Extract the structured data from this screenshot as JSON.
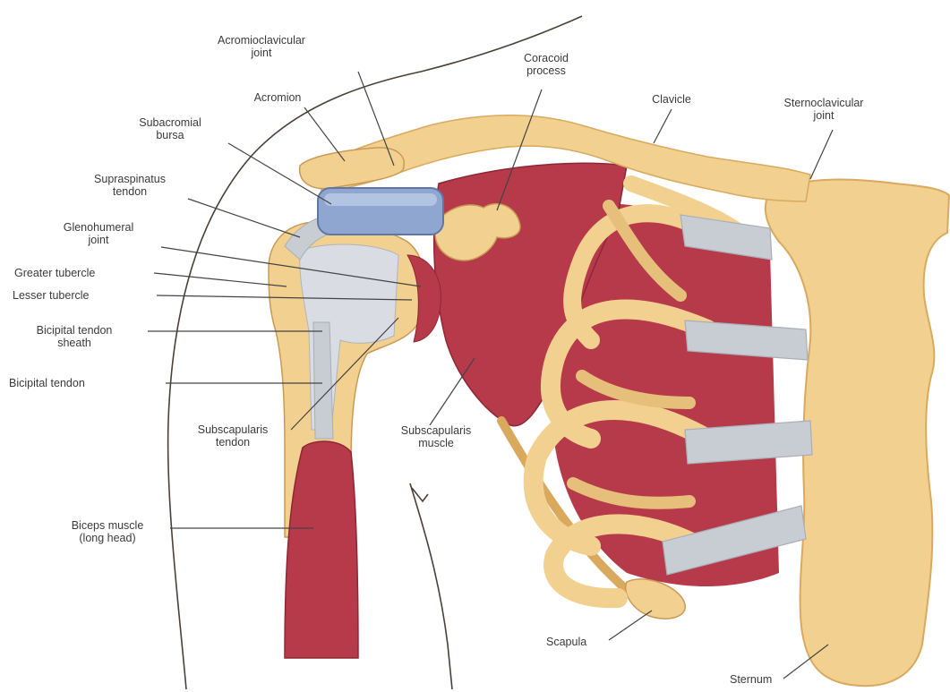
{
  "diagram": {
    "colors": {
      "bone": "#F2D08F",
      "bone_shadow": "#D9A95E",
      "bone_outline": "#C99A55",
      "muscle": "#B73A4A",
      "muscle_dark": "#8E2735",
      "cartilage": "#C8CCD3",
      "bursa": "#8FA6D0",
      "skin_line": "#4a4038",
      "leader": "#444444"
    },
    "labels": {
      "acromioclavicular_joint": "Acromioclavicular\njoint",
      "coracoid_process": "Coracoid\nprocess",
      "clavicle": "Clavicle",
      "sternoclavicular_joint": "Sternoclavicular\njoint",
      "acromion": "Acromion",
      "subacromial_bursa": "Subacromial\nbursa",
      "supraspinatus_tendon": "Supraspinatus\ntendon",
      "glenohumeral_joint": "Glenohumeral\njoint",
      "greater_tubercle": "Greater tubercle",
      "lesser_tubercle": "Lesser tubercle",
      "bicipital_tendon_sheath": "Bicipital tendon\nsheath",
      "bicipital_tendon": "Bicipital tendon",
      "subscapularis_tendon": "Subscapularis\ntendon",
      "subscapularis_muscle": "Subscapularis\nmuscle",
      "biceps_muscle": "Biceps muscle\n(long head)",
      "scapula": "Scapula",
      "sternum": "Sternum"
    }
  }
}
